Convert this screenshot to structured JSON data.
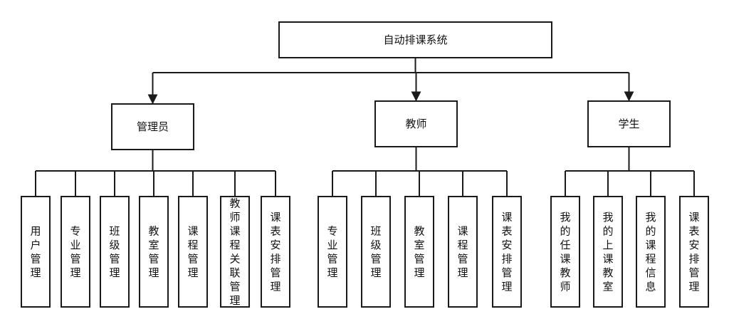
{
  "root": {
    "label": "自动排课系统"
  },
  "groups": [
    {
      "label": "管理员",
      "children": [
        "用户管理",
        "专业管理",
        "班级管理",
        "教室管理",
        "课程管理",
        "教师课程关联管理",
        "课表安排管理"
      ]
    },
    {
      "label": "教师",
      "children": [
        "专业管理",
        "班级管理",
        "教室管理",
        "课程管理",
        "课表安排管理"
      ]
    },
    {
      "label": "学生",
      "children": [
        "我的任课教师",
        "我的上课教室",
        "我的课程信息",
        "课表安排管理"
      ]
    }
  ]
}
